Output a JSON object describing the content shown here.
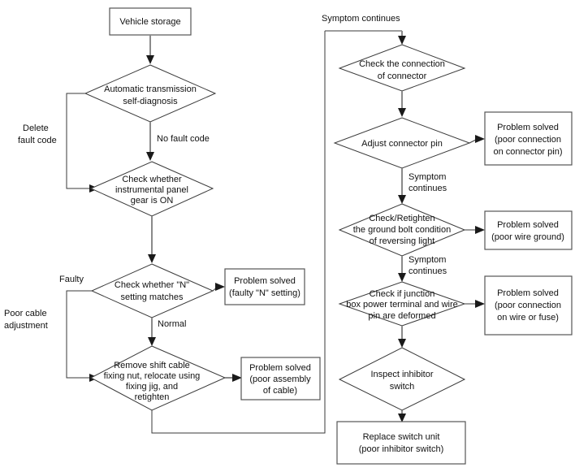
{
  "diagram": {
    "title": "Automatic transmission / inhibitor switch diagnosis flowchart",
    "type": "flowchart",
    "colors": {
      "background": "#ffffff",
      "node_stroke": "#3a3a3a",
      "box_stroke": "#555555",
      "connector": "#8a8a8a",
      "text": "#111111"
    },
    "left_column": {
      "start_box": {
        "line1": "Vehicle storage"
      },
      "decision_1": {
        "line1": "Automatic transmission",
        "line2": "self-diagnosis"
      },
      "decision_2": {
        "line1": "Check whether",
        "line2": "instrumental panel",
        "line3": "gear is ON"
      },
      "decision_3": {
        "line1": "Check whether \"N\"",
        "line2": "setting matches"
      },
      "decision_4": {
        "line1": "Remove shift cable",
        "line2": "fixing nut, relocate using",
        "line3": "fixing jig, and",
        "line4": "retighten"
      },
      "result_1": {
        "line1": "Problem solved",
        "line2": "(faulty \"N\" setting)"
      },
      "result_2": {
        "line1": "Problem solved",
        "line2": "(poor assembly",
        "line3": "of cable)"
      },
      "labels": {
        "delete_fault_code_l1": "Delete",
        "delete_fault_code_l2": "fault code",
        "no_fault_code": "No fault code",
        "faulty": "Faulty",
        "normal": "Normal",
        "poor_cable_l1": "Poor cable",
        "poor_cable_l2": "adjustment"
      }
    },
    "right_column": {
      "entry_label": "Symptom continues",
      "decision_1": {
        "line1": "Check the connection",
        "line2": "of connector"
      },
      "decision_2": {
        "line1": "Adjust connector pin"
      },
      "decision_3": {
        "line1": "Check/Retighten",
        "line2": "the ground bolt condition",
        "line3": "of reversing light"
      },
      "decision_4": {
        "line1": "Check if junction",
        "line2": "box power terminal and wire",
        "line3": "pin are deformed"
      },
      "decision_5": {
        "line1": "Inspect inhibitor",
        "line2": "switch"
      },
      "result_1": {
        "line1": "Problem solved",
        "line2": "(poor connection",
        "line3": "on connector pin)"
      },
      "result_2": {
        "line1": "Problem solved",
        "line2": "(poor wire ground)"
      },
      "result_3": {
        "line1": "Problem solved",
        "line2": "(poor connection",
        "line3": "on wire or fuse)"
      },
      "end_box": {
        "line1": "Replace switch unit",
        "line2": "(poor inhibitor switch)"
      },
      "labels": {
        "symptom_continues_1_l1": "Symptom",
        "symptom_continues_1_l2": "continues",
        "symptom_continues_2_l1": "Symptom",
        "symptom_continues_2_l2": "continues"
      }
    }
  }
}
